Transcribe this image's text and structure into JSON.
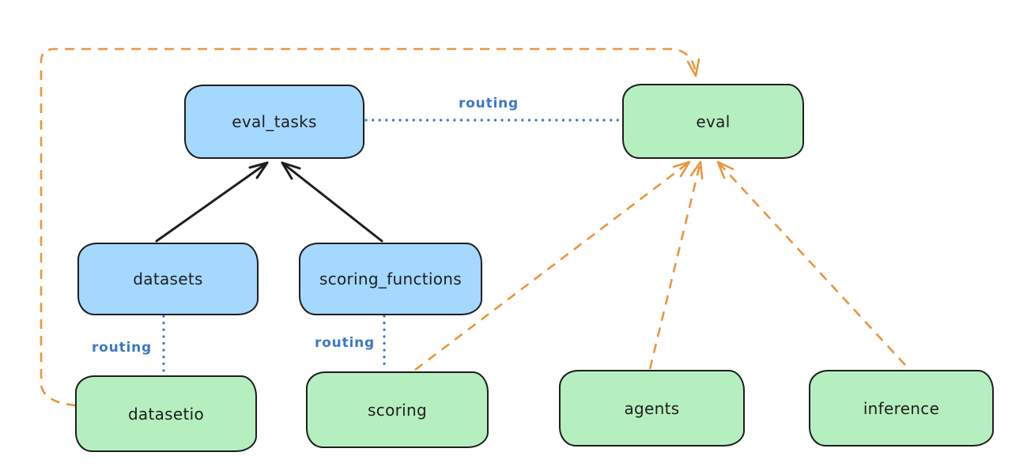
{
  "diagram": {
    "nodes": [
      {
        "id": "eval_tasks",
        "label": "eval_tasks",
        "kind": "api"
      },
      {
        "id": "eval",
        "label": "eval",
        "kind": "provider"
      },
      {
        "id": "datasets",
        "label": "datasets",
        "kind": "api"
      },
      {
        "id": "scoring_functions",
        "label": "scoring_functions",
        "kind": "api"
      },
      {
        "id": "datasetio",
        "label": "datasetio",
        "kind": "provider"
      },
      {
        "id": "scoring",
        "label": "scoring",
        "kind": "provider"
      },
      {
        "id": "agents",
        "label": "agents",
        "kind": "provider"
      },
      {
        "id": "inference",
        "label": "inference",
        "kind": "provider"
      }
    ],
    "edges": [
      {
        "from": "datasets",
        "to": "eval_tasks",
        "style": "solid-arrow",
        "color": "black"
      },
      {
        "from": "scoring_functions",
        "to": "eval_tasks",
        "style": "solid-arrow",
        "color": "black"
      },
      {
        "from": "eval_tasks",
        "to": "eval",
        "style": "dotted",
        "label": "routing",
        "color": "blue"
      },
      {
        "from": "datasets",
        "to": "datasetio",
        "style": "dotted",
        "label": "routing",
        "color": "blue"
      },
      {
        "from": "scoring_functions",
        "to": "scoring",
        "style": "dotted",
        "label": "routing",
        "color": "blue"
      },
      {
        "from": "datasetio",
        "to": "eval",
        "style": "dashed-arrow",
        "color": "orange"
      },
      {
        "from": "scoring",
        "to": "eval",
        "style": "dashed-arrow",
        "color": "orange"
      },
      {
        "from": "agents",
        "to": "eval",
        "style": "dashed-arrow",
        "color": "orange"
      },
      {
        "from": "inference",
        "to": "eval",
        "style": "dashed-arrow",
        "color": "orange"
      }
    ]
  },
  "colors": {
    "node_blue_fill": "#a5d8ff",
    "node_green_fill": "#b6efbf",
    "node_border": "#1e1e1e",
    "edge_black": "#1e1e1e",
    "edge_orange": "#e8963c",
    "routing_blue": "#3c78c4",
    "background": "#ffffff"
  }
}
